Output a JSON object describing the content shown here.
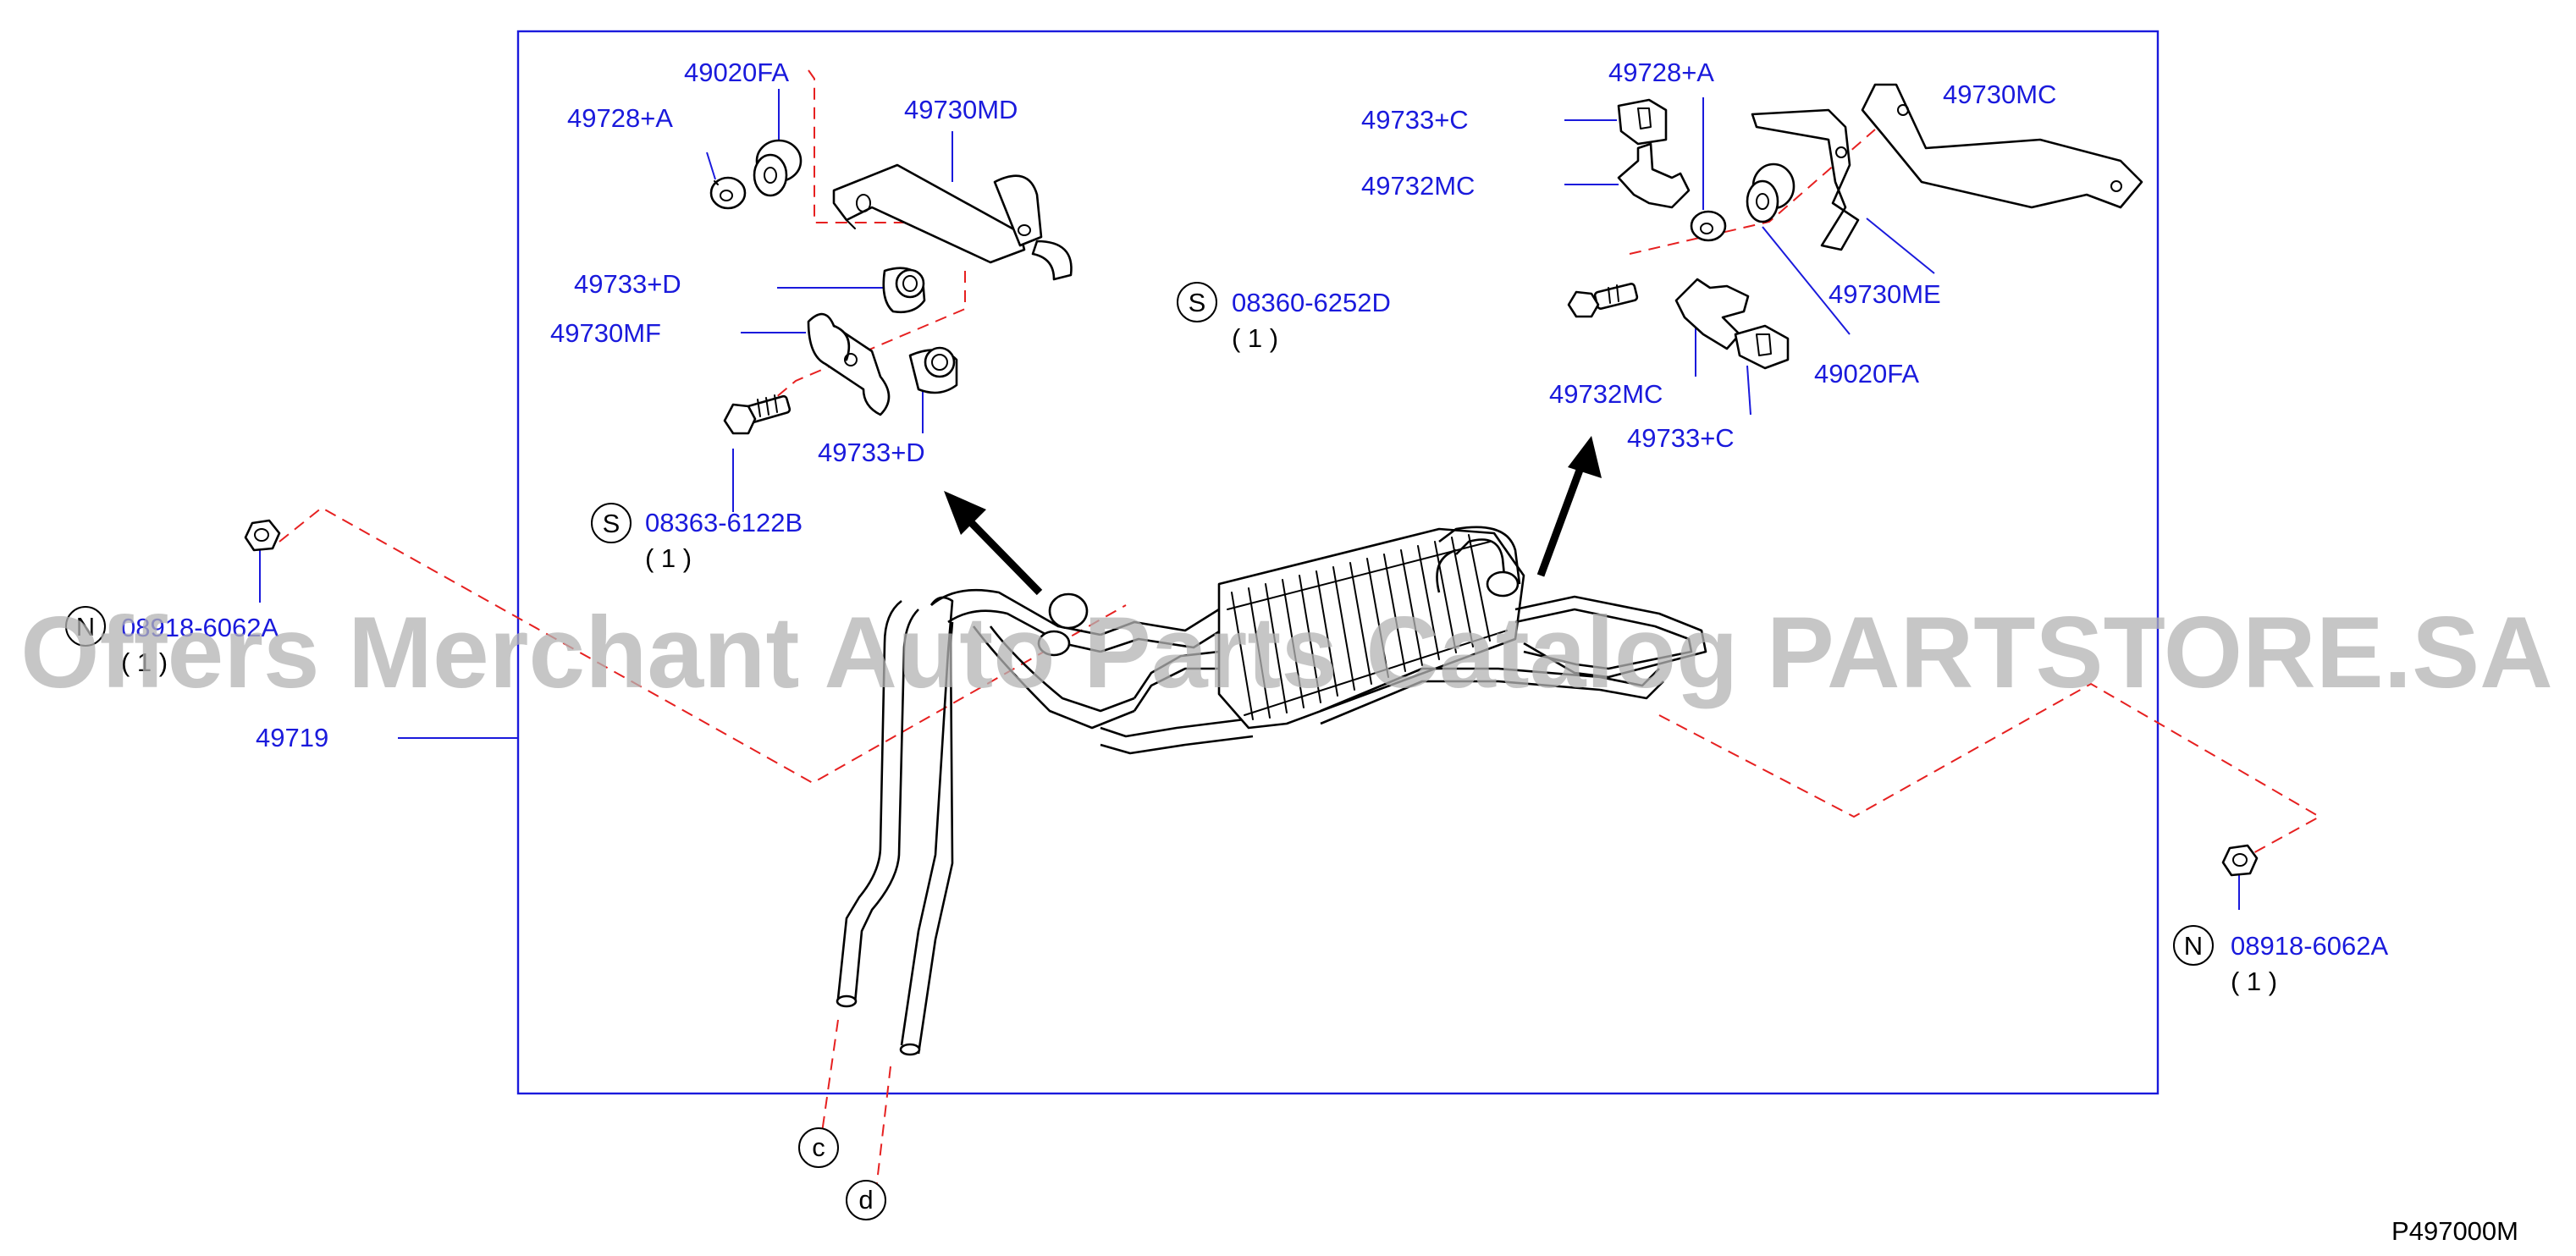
{
  "callouts": {
    "left": {
      "grommet_49020FA": "49020FA",
      "pin_49728A": "49728+A",
      "bracket_49730MD": "49730MD",
      "clamp_49733D_upper": "49733+D",
      "bracket_49730MF": "49730MF",
      "clamp_49733D_lower": "49733+D",
      "bolt": "08363-6122B",
      "bolt_qty": "( 1 )"
    },
    "center": {
      "bolt": "08360-6252D",
      "bolt_qty": "( 1 )"
    },
    "right": {
      "pin_49728A": "49728+A",
      "clip_49733C_upper": "49733+C",
      "clip_49732MC_upper": "49732MC",
      "bracket_49730MC": "49730MC",
      "bracket_49730ME": "49730ME",
      "grommet_49020FA": "49020FA",
      "clip_49732MC_lower": "49732MC",
      "clip_49733C_lower": "49733+C"
    },
    "outside": {
      "nut_left": "08918-6062A",
      "nut_left_qty": "( 1 )",
      "nut_right": "08918-6062A",
      "nut_right_qty": "( 1 )",
      "assembly": "49719"
    }
  },
  "symbols": {
    "s": "S",
    "n": "N",
    "c": "c",
    "d": "d"
  },
  "watermark": "Offers Merchant Auto Parts Catalog PARTSTORE.SA",
  "diagram_code": "P497000M",
  "colors": {
    "label": "#1a1adc",
    "leader": "#1a1adc",
    "dashed_line": "#e62020",
    "frame": "#1a1adc",
    "watermark": "#b4b4b4"
  }
}
